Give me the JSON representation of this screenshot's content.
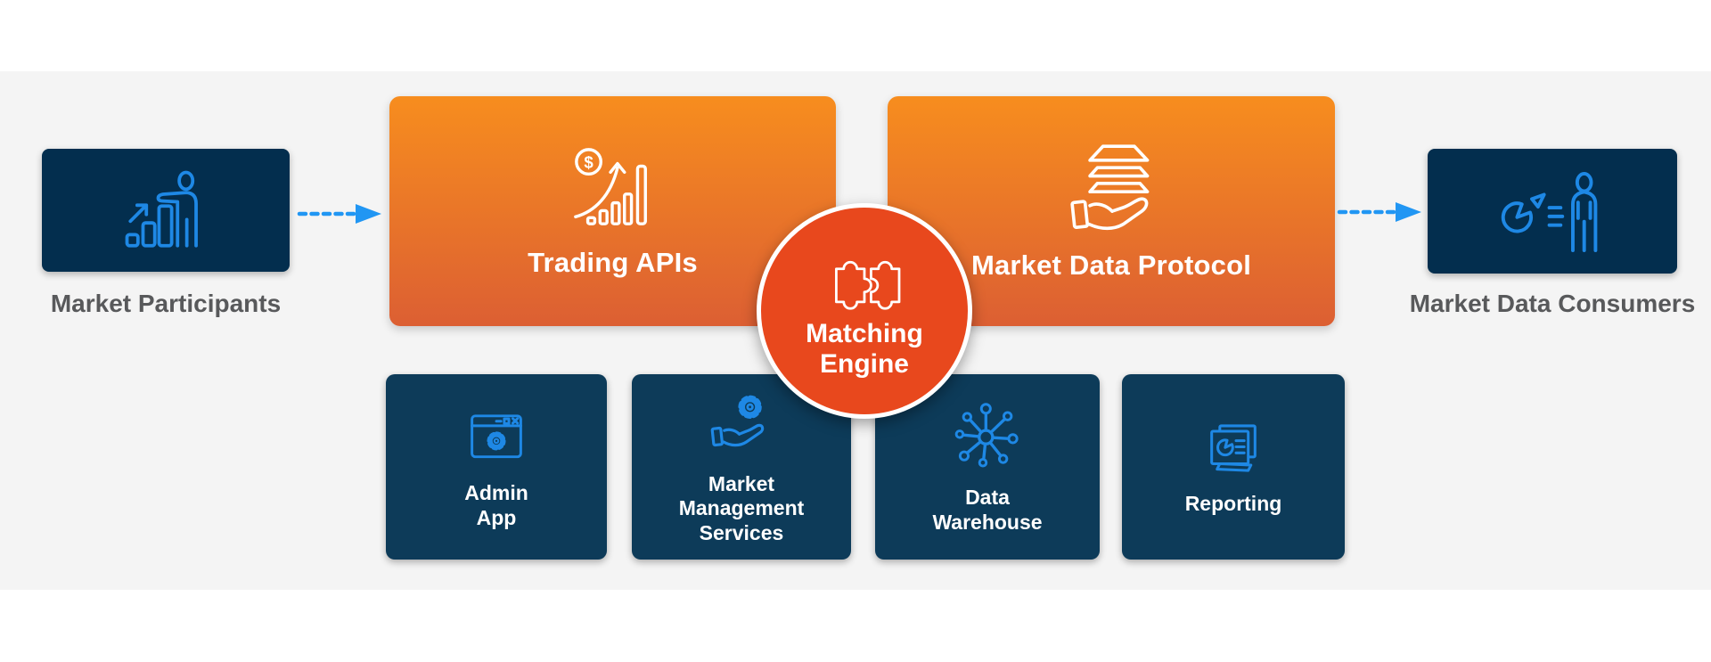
{
  "colors": {
    "background": "#FFFFFF",
    "band": "#F4F4F4",
    "side_box": "#032E4E",
    "bottom_box": "#0D3B59",
    "icon_blue": "#1E88E5",
    "orange_top": "#F78D1E",
    "orange_bottom": "#DC5F33",
    "circle_fill": "#E8481D",
    "label_gray": "#58595B",
    "arrow_blue": "#2196F3"
  },
  "nodes": {
    "market_participants": {
      "label": "Market Participants",
      "icon": "person-with-bar-chart-icon"
    },
    "trading_apis": {
      "label": "Trading APIs",
      "icon": "dollar-growth-chart-icon",
      "coin_symbol": "$"
    },
    "market_data_protocol": {
      "label": "Market Data Protocol",
      "icon": "layers-on-hand-icon"
    },
    "matching_engine": {
      "label": "Matching\nEngine",
      "icon": "puzzle-pieces-icon"
    },
    "admin_app": {
      "label": "Admin\nApp",
      "icon": "app-window-gear-icon"
    },
    "market_management_services": {
      "label": "Market\nManagement\nServices",
      "icon": "gear-on-hand-icon"
    },
    "data_warehouse": {
      "label": "Data\nWarehouse",
      "icon": "network-hub-icon"
    },
    "reporting": {
      "label": "Reporting",
      "icon": "report-pages-icon"
    },
    "market_data_consumers": {
      "label": "Market Data Consumers",
      "icon": "pie-chart-person-icon"
    }
  },
  "connectors": {
    "left_arrow": "dashed-arrow-right-icon",
    "right_arrow": "dashed-arrow-right-icon"
  }
}
